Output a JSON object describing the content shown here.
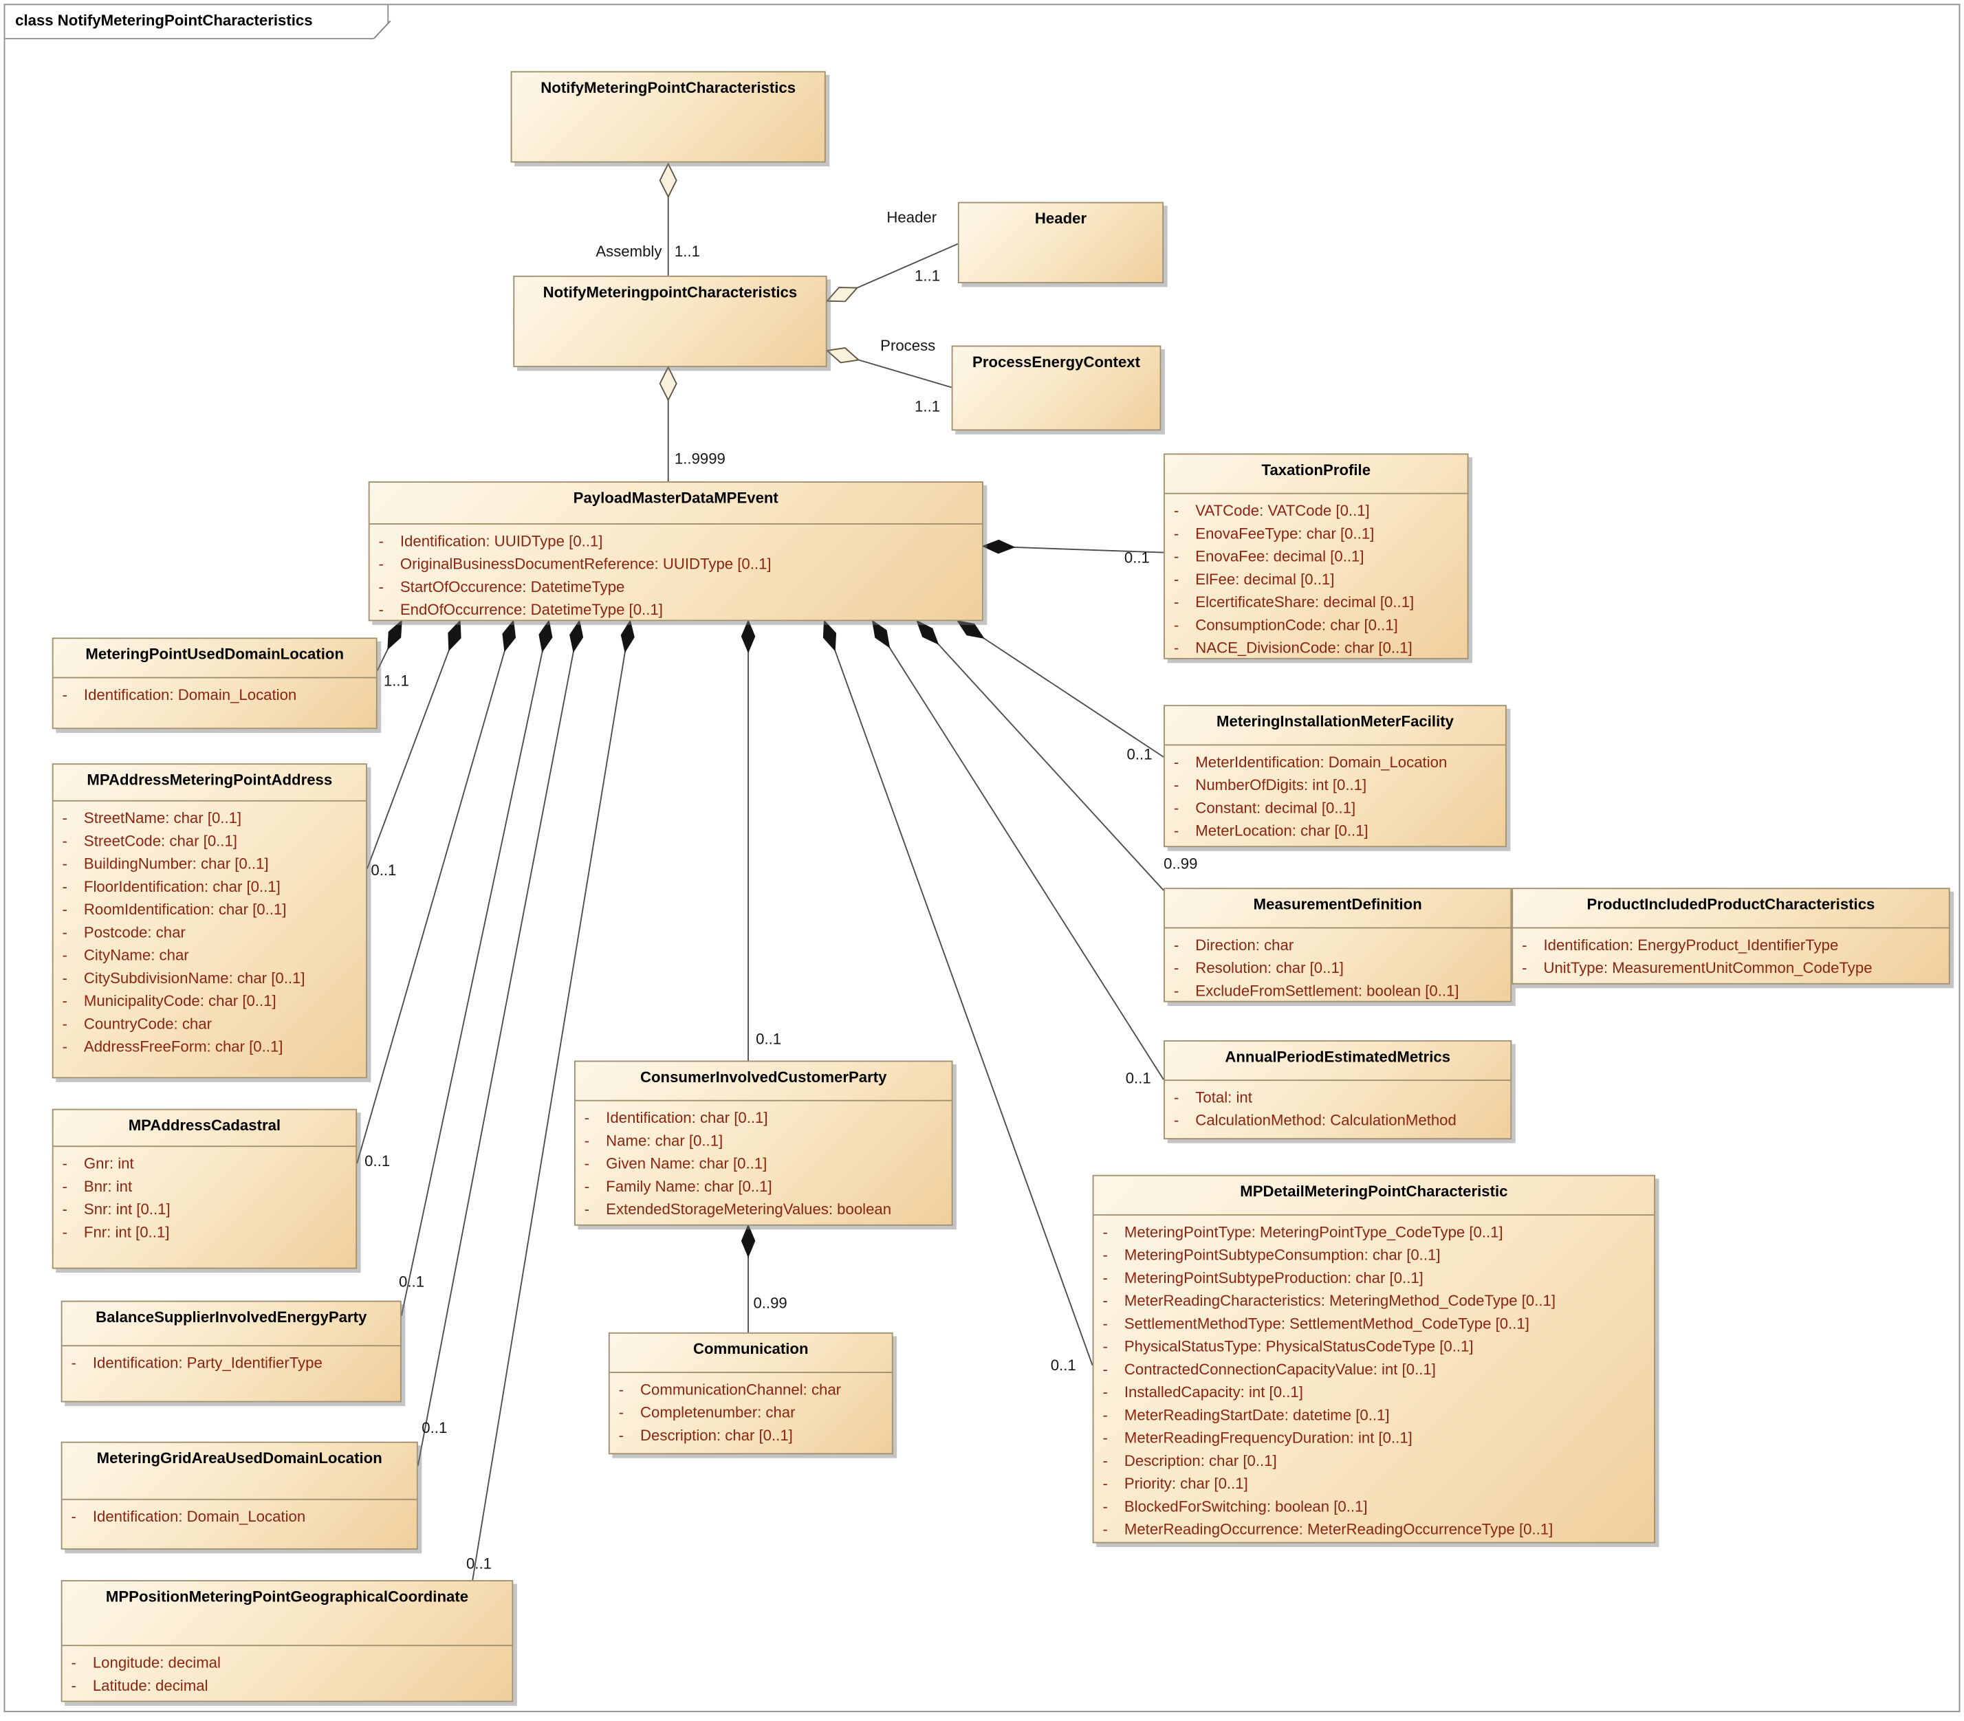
{
  "frame": {
    "label": "class NotifyMeteringPointCharacteristics"
  },
  "ui": {
    "attr_marker": "-"
  },
  "palette": {
    "box_fill_light": "#fdf7e9",
    "box_fill_dark": "#f0cf9d",
    "box_border": "#a08f6d",
    "attribute_text": "#8b2410",
    "title_text": "#000000",
    "connector_line": "#4a4a4a"
  },
  "classes": {
    "notify_top": {
      "title": "NotifyMeteringPointCharacteristics",
      "attrs": []
    },
    "header": {
      "title": "Header",
      "attrs": []
    },
    "notify_mid": {
      "title": "NotifyMeteringpointCharacteristics",
      "attrs": []
    },
    "process_energy": {
      "title": "ProcessEnergyContext",
      "attrs": []
    },
    "taxation": {
      "title": "TaxationProfile",
      "attrs": [
        "VATCode: VATCode [0..1]",
        "EnovaFeeType: char [0..1]",
        "EnovaFee: decimal [0..1]",
        "ElFee: decimal [0..1]",
        "ElcertificateShare: decimal [0..1]",
        "ConsumptionCode: char [0..1]",
        "NACE_DivisionCode: char [0..1]"
      ]
    },
    "payload": {
      "title": "PayloadMasterDataMPEvent",
      "attrs": [
        "Identification: UUIDType [0..1]",
        "OriginalBusinessDocumentReference: UUIDType [0..1]",
        "StartOfOccurence: DatetimeType",
        "EndOfOccurrence: DatetimeType [0..1]"
      ]
    },
    "mp_used_domain": {
      "title": "MeteringPointUsedDomainLocation",
      "attrs": [
        "Identification: Domain_Location"
      ]
    },
    "metering_install": {
      "title": "MeteringInstallationMeterFacility",
      "attrs": [
        "MeterIdentification: Domain_Location",
        "NumberOfDigits: int [0..1]",
        "Constant: decimal [0..1]",
        "MeterLocation: char [0..1]"
      ]
    },
    "mp_address": {
      "title": "MPAddressMeteringPointAddress",
      "attrs": [
        "StreetName: char [0..1]",
        "StreetCode: char [0..1]",
        "BuildingNumber: char [0..1]",
        "FloorIdentification: char [0..1]",
        "RoomIdentification: char [0..1]",
        "Postcode: char",
        "CityName: char",
        "CitySubdivisionName: char [0..1]",
        "MunicipalityCode: char [0..1]",
        "CountryCode: char",
        "AddressFreeForm: char [0..1]"
      ]
    },
    "measurement_def": {
      "title": "MeasurementDefinition",
      "attrs": [
        "Direction: char",
        "Resolution: char [0..1]",
        "ExcludeFromSettlement: boolean [0..1]"
      ]
    },
    "product_included": {
      "title": "ProductIncludedProductCharacteristics",
      "attrs": [
        "Identification: EnergyProduct_IdentifierType",
        "UnitType: MeasurementUnitCommon_CodeType"
      ]
    },
    "annual_period": {
      "title": "AnnualPeriodEstimatedMetrics",
      "attrs": [
        "Total: int",
        "CalculationMethod: CalculationMethod"
      ]
    },
    "consumer": {
      "title": "ConsumerInvolvedCustomerParty",
      "attrs": [
        "Identification: char [0..1]",
        "Name: char [0..1]",
        "Given Name: char [0..1]",
        "Family Name: char [0..1]",
        "ExtendedStorageMeteringValues: boolean"
      ]
    },
    "cadastral": {
      "title": "MPAddressCadastral",
      "attrs": [
        "Gnr: int",
        "Bnr: int",
        "Snr: int [0..1]",
        "Fnr: int [0..1]"
      ]
    },
    "mp_detail": {
      "title": "MPDetailMeteringPointCharacteristic",
      "attrs": [
        "MeteringPointType: MeteringPointType_CodeType [0..1]",
        "MeteringPointSubtypeConsumption: char [0..1]",
        "MeteringPointSubtypeProduction: char [0..1]",
        "MeterReadingCharacteristics: MeteringMethod_CodeType [0..1]",
        "SettlementMethodType: SettlementMethod_CodeType [0..1]",
        "PhysicalStatusType: PhysicalStatusCodeType [0..1]",
        "ContractedConnectionCapacityValue: int [0..1]",
        "InstalledCapacity: int [0..1]",
        "MeterReadingStartDate: datetime [0..1]",
        "MeterReadingFrequencyDuration: int [0..1]",
        "Description: char [0..1]",
        "Priority: char [0..1]",
        "BlockedForSwitching: boolean [0..1]",
        "MeterReadingOccurrence: MeterReadingOccurrenceType [0..1]"
      ]
    },
    "balance_supplier": {
      "title": "BalanceSupplierInvolvedEnergyParty",
      "attrs": [
        "Identification: Party_IdentifierType"
      ]
    },
    "communication": {
      "title": "Communication",
      "attrs": [
        "CommunicationChannel: char",
        "Completenumber: char",
        "Description: char [0..1]"
      ]
    },
    "metering_grid": {
      "title": "MeteringGridAreaUsedDomainLocation",
      "attrs": [
        "Identification: Domain_Location"
      ]
    },
    "mp_position": {
      "title": "MPPositionMeteringPointGeographicalCoordinate",
      "attrs": [
        "Longitude: decimal",
        "Latitude: decimal"
      ]
    }
  },
  "roles": {
    "assembly": "Assembly",
    "header": "Header",
    "process": "Process"
  },
  "multiplicities": {
    "assembly": "1..1",
    "header": "1..1",
    "process": "1..1",
    "payload": "1..9999",
    "mp_used_domain": "1..1",
    "taxation": "0..1",
    "metering_install": "0..1",
    "measurement_def": "0..99",
    "mp_address": "0..1",
    "annual_period": "0..1",
    "cadastral": "0..1",
    "consumer": "0..1",
    "balance_supplier": "0..1",
    "mp_detail": "0..1",
    "metering_grid": "0..1",
    "mp_position": "0..1",
    "communication": "0..99"
  }
}
